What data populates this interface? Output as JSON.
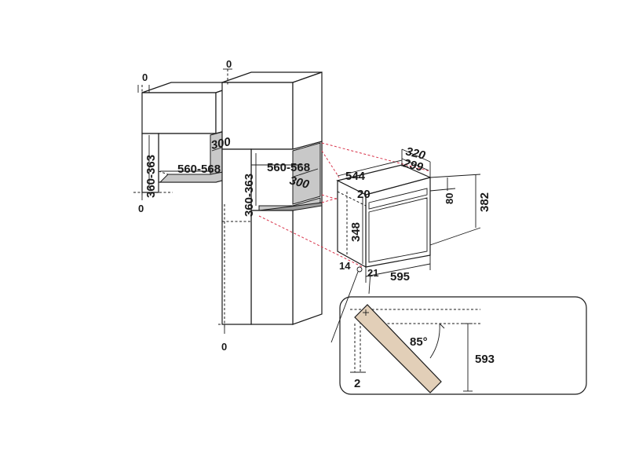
{
  "diagram": {
    "wall_cabinet": {
      "top_gap": "0",
      "bottom_gap": "0",
      "height": "360-363",
      "depth": "300",
      "width": "560-568"
    },
    "tall_cabinet": {
      "top_gap": "0",
      "bottom_gap": "0",
      "height": "360-363",
      "depth": "300",
      "width": "560-568"
    },
    "appliance": {
      "depth_outer": "320",
      "depth_inner": "299",
      "depth_body": "544",
      "top_offset": "20",
      "top_height": "80",
      "total_height": "382",
      "body_height": "348",
      "width": "595",
      "front_offset": "21",
      "side_gap": "14"
    },
    "door_detail": {
      "angle": "85°",
      "clearance": "593",
      "offset": "2"
    }
  }
}
